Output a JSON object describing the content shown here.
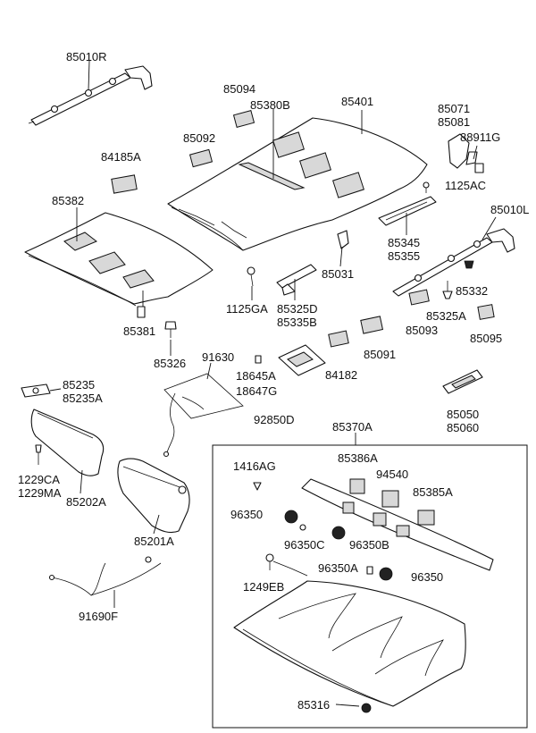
{
  "diagram": {
    "part_labels": [
      {
        "id": "85010R",
        "text": "85010R"
      },
      {
        "id": "85094",
        "text": "85094"
      },
      {
        "id": "85380B",
        "text": "85380B"
      },
      {
        "id": "85401",
        "text": "85401"
      },
      {
        "id": "85071",
        "text": "85071"
      },
      {
        "id": "85081",
        "text": "85081"
      },
      {
        "id": "88911G",
        "text": "88911G"
      },
      {
        "id": "85092",
        "text": "85092"
      },
      {
        "id": "84185A",
        "text": "84185A"
      },
      {
        "id": "1125AC",
        "text": "1125AC"
      },
      {
        "id": "85382",
        "text": "85382"
      },
      {
        "id": "85010L",
        "text": "85010L"
      },
      {
        "id": "85345",
        "text": "85345"
      },
      {
        "id": "85355",
        "text": "85355"
      },
      {
        "id": "85031",
        "text": "85031"
      },
      {
        "id": "85332",
        "text": "85332"
      },
      {
        "id": "1125GA",
        "text": "1125GA"
      },
      {
        "id": "85325D",
        "text": "85325D"
      },
      {
        "id": "85335B",
        "text": "85335B"
      },
      {
        "id": "85325A",
        "text": "85325A"
      },
      {
        "id": "85381",
        "text": "85381"
      },
      {
        "id": "85093",
        "text": "85093"
      },
      {
        "id": "85095",
        "text": "85095"
      },
      {
        "id": "85326",
        "text": "85326"
      },
      {
        "id": "91630",
        "text": "91630"
      },
      {
        "id": "18645A",
        "text": "18645A"
      },
      {
        "id": "18647G",
        "text": "18647G"
      },
      {
        "id": "84182",
        "text": "84182"
      },
      {
        "id": "85091",
        "text": "85091"
      },
      {
        "id": "85235",
        "text": "85235"
      },
      {
        "id": "85235A",
        "text": "85235A"
      },
      {
        "id": "92850D",
        "text": "92850D"
      },
      {
        "id": "85050",
        "text": "85050"
      },
      {
        "id": "85060",
        "text": "85060"
      },
      {
        "id": "85370A",
        "text": "85370A"
      },
      {
        "id": "1229CA",
        "text": "1229CA"
      },
      {
        "id": "1229MA",
        "text": "1229MA"
      },
      {
        "id": "85202A",
        "text": "85202A"
      },
      {
        "id": "1416AG",
        "text": "1416AG"
      },
      {
        "id": "85386A",
        "text": "85386A"
      },
      {
        "id": "94540",
        "text": "94540"
      },
      {
        "id": "85385A",
        "text": "85385A"
      },
      {
        "id": "96350_a",
        "text": "96350"
      },
      {
        "id": "96350C",
        "text": "96350C"
      },
      {
        "id": "96350B",
        "text": "96350B"
      },
      {
        "id": "85201A",
        "text": "85201A"
      },
      {
        "id": "96350A",
        "text": "96350A"
      },
      {
        "id": "96350_b",
        "text": "96350"
      },
      {
        "id": "1249EB",
        "text": "1249EB"
      },
      {
        "id": "91690F",
        "text": "91690F"
      },
      {
        "id": "85316",
        "text": "85316"
      }
    ]
  }
}
